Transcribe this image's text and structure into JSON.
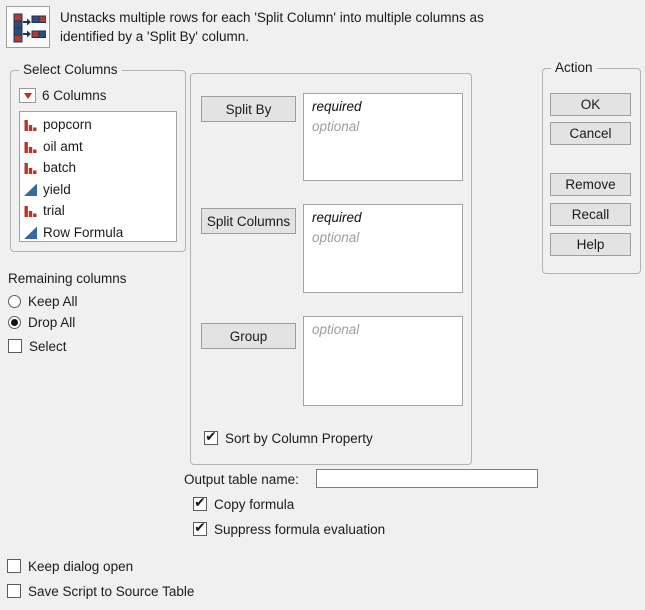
{
  "colors": {
    "window_bg": "#f0f0f0",
    "nominal_red": "#b5372a",
    "continuous_blue": "#36699e",
    "disclosure_red": "#c8281e"
  },
  "header": {
    "icon": "split-table-icon",
    "description_line1": "Unstacks multiple rows for each 'Split Column' into multiple columns as",
    "description_line2": "identified by a 'Split By' column."
  },
  "select_columns": {
    "title": "Select Columns",
    "disclosure_icon": "red-triangle-down",
    "columns_count_label": "6 Columns",
    "columns": [
      {
        "name": "popcorn",
        "type": "nominal",
        "icon": "red-bars-icon"
      },
      {
        "name": "oil amt",
        "type": "nominal",
        "icon": "red-bars-icon"
      },
      {
        "name": "batch",
        "type": "nominal",
        "icon": "red-bars-icon"
      },
      {
        "name": "yield",
        "type": "continuous",
        "icon": "blue-triangle-icon"
      },
      {
        "name": "trial",
        "type": "nominal",
        "icon": "red-bars-icon"
      },
      {
        "name": "Row Formula",
        "type": "continuous",
        "icon": "blue-triangle-icon"
      }
    ]
  },
  "remaining_columns": {
    "title": "Remaining columns",
    "keep_all": {
      "label": "Keep All",
      "selected": false
    },
    "drop_all": {
      "label": "Drop All",
      "selected": true
    },
    "select": {
      "label": "Select",
      "checked": false,
      "glyph": ""
    }
  },
  "cast": {
    "rows": [
      {
        "button": "Split By",
        "entries": [
          {
            "text": "required",
            "kind": "required"
          },
          {
            "text": "optional",
            "kind": "optional"
          }
        ]
      },
      {
        "button": "Split Columns",
        "entries": [
          {
            "text": "required",
            "kind": "required"
          },
          {
            "text": "optional",
            "kind": "optional"
          }
        ]
      },
      {
        "button": "Group",
        "entries": [
          {
            "text": "optional",
            "kind": "optional"
          }
        ]
      }
    ],
    "sort_checkbox": {
      "label": "Sort by Column Property",
      "checked": true,
      "glyph": "✔"
    }
  },
  "action": {
    "title": "Action",
    "buttons": [
      "OK",
      "Cancel",
      "Remove",
      "Recall",
      "Help"
    ]
  },
  "output": {
    "label": "Output table name:",
    "value": "",
    "copy_formula": {
      "label": "Copy formula",
      "checked": true,
      "glyph": "✔"
    },
    "suppress_eval": {
      "label": "Suppress formula evaluation",
      "checked": true,
      "glyph": "✔"
    }
  },
  "footer": {
    "keep_dialog_open": {
      "label": "Keep dialog open",
      "checked": false,
      "glyph": ""
    },
    "save_script": {
      "label": "Save Script to Source Table",
      "checked": false,
      "glyph": ""
    }
  }
}
